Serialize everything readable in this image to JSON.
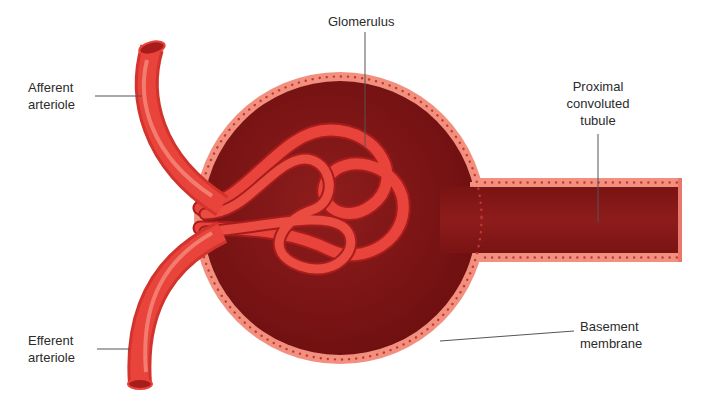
{
  "diagram": {
    "labels": [
      "Afferent arteriole",
      "Glomerulus",
      "Proximal convoluted tubule",
      "Efferent arteriole",
      "Basement membrane"
    ]
  }
}
